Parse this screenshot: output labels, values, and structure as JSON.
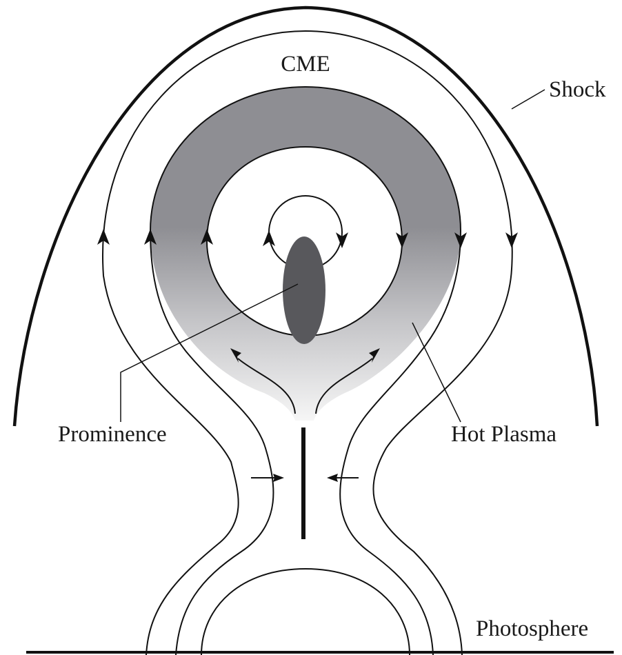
{
  "labels": {
    "cme": "CME",
    "shock": "Shock",
    "prominence": "Prominence",
    "hot_plasma": "Hot Plasma",
    "photosphere": "Photosphere"
  },
  "colors": {
    "line": "#111111",
    "hot_plasma_dark": "#8e8e93",
    "hot_plasma_light": "#f4f4f4",
    "prominence": "#58585c",
    "background": "#ffffff"
  }
}
